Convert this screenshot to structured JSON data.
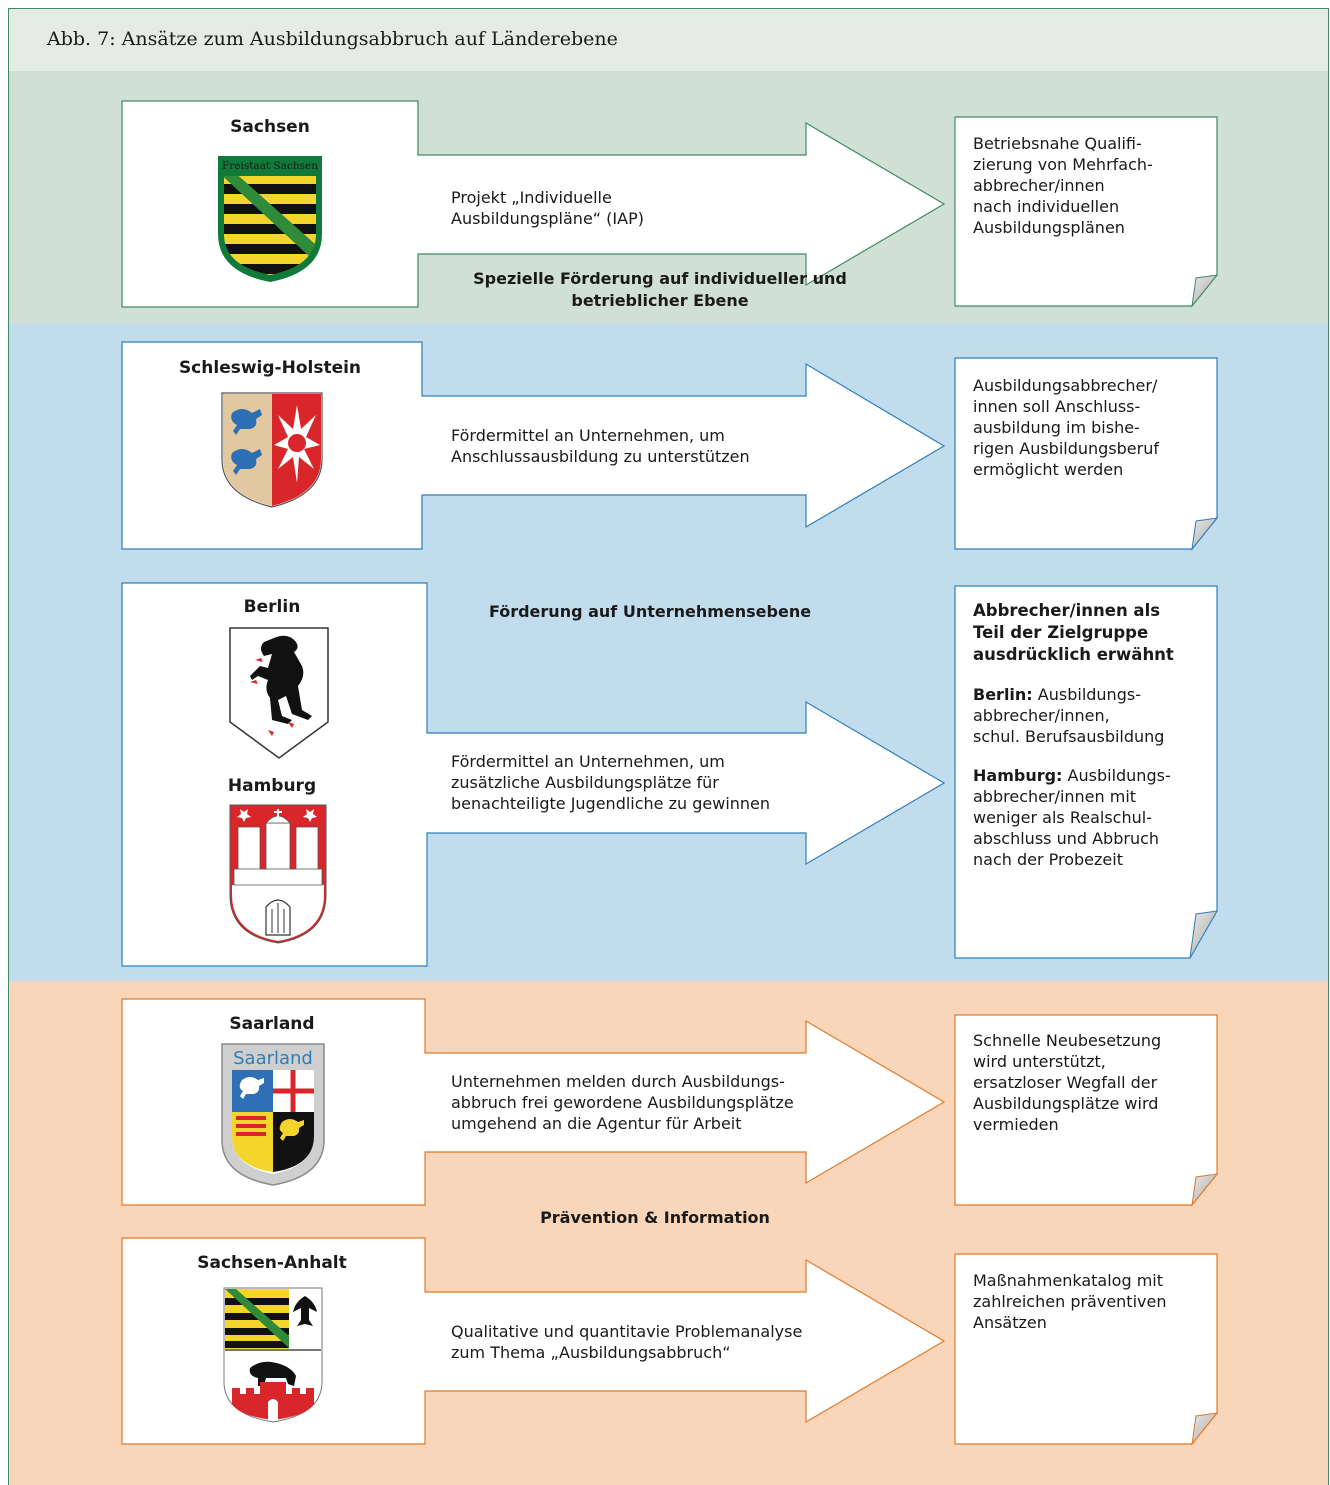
{
  "caption": "Abb. 7: Ansätze zum Ausbildungsabbruch auf Länderebene",
  "colors": {
    "green_band": "#d1e0d4",
    "blue_band": "#c1dced",
    "orange_band": "#f9d6b9",
    "green_line": "#3f8a63",
    "blue_line": "#2f7fb8",
    "orange_line": "#e07a2a"
  },
  "sections": {
    "green": "Spezielle Förderung auf individueller und betrieblicher Ebene",
    "blue": "Förderung auf Unternehmensebene",
    "orange": "Prävention & Information"
  },
  "rows": {
    "sachsen": {
      "state": "Sachsen",
      "crest_text": "Freistaat Sachsen",
      "measure": "Projekt „Individuelle Ausbildungspläne“ (IAP)",
      "result": "Betriebsnahe Qualifi-zierung von Mehrfach-abbrecher/innen nach individuellen Ausbildungsplänen",
      "result_lines": [
        "Betriebsnahe Qualifi-",
        "zierung von Mehrfach-",
        "abbrecher/innen",
        "nach individuellen",
        "Ausbildungsplänen"
      ]
    },
    "schleswig": {
      "state": "Schleswig-Holstein",
      "measure_lines": [
        "Fördermittel an Unternehmen, um",
        "Anschlussausbildung zu unterstützen"
      ],
      "result_lines": [
        "Ausbildungsabbrecher/",
        "innen soll Anschluss-",
        "ausbildung im bishe-",
        "rigen Ausbildungsberuf",
        "ermöglicht werden"
      ]
    },
    "berlin_hamburg": {
      "state1": "Berlin",
      "state2": "Hamburg",
      "measure_lines": [
        "Fördermittel an Unternehmen, um",
        "zusätzliche Ausbildungsplätze für",
        "benachteiligte Jugendliche zu gewinnen"
      ],
      "result_head_lines": [
        "Abbrecher/innen als",
        "Teil der Zielgruppe",
        "ausdrücklich erwähnt"
      ],
      "berlin_label": "Berlin:",
      "berlin_lines": [
        " Ausbildungs-",
        "abbrecher/innen,",
        "schul. Berufsausbildung"
      ],
      "hamburg_label": "Hamburg:",
      "hamburg_lines": [
        " Ausbildungs-",
        "abbrecher/innen mit",
        "weniger als Realschul-",
        "abschluss und Abbruch",
        "nach der Probezeit"
      ]
    },
    "saarland": {
      "state": "Saarland",
      "crest_text": "Saarland",
      "measure_lines": [
        "Unternehmen melden durch Ausbildungs-",
        "abbruch frei gewordene Ausbildungsplätze",
        "umgehend an die Agentur für Arbeit"
      ],
      "result_lines": [
        "Schnelle Neubesetzung",
        "wird unterstützt,",
        "ersatzloser Wegfall der",
        "Ausbildungsplätze wird",
        "vermieden"
      ]
    },
    "sachsen_anhalt": {
      "state": "Sachsen-Anhalt",
      "measure_lines": [
        "Qualitative und quantitavie Problemanalyse",
        "zum Thema „Ausbildungsabbruch“"
      ],
      "result_lines": [
        "Maßnahmenkatalog mit",
        "zahlreichen präventiven",
        "Ansätzen"
      ]
    }
  }
}
